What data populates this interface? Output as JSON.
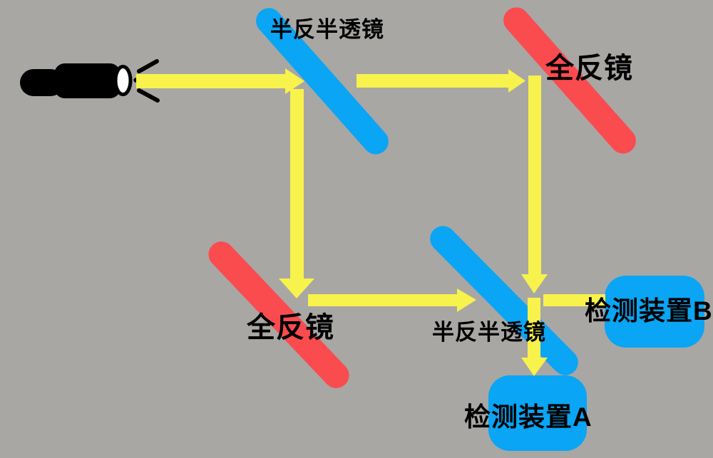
{
  "colors": {
    "background": "#A8A7A4",
    "beam_yellow": "#F8F24C",
    "splitter_blue": "#0AA5F4",
    "mirror_red": "#FA4B4F",
    "detector_blue": "#0AA5F4",
    "text_black": "#000000",
    "flashlight_black": "#000000",
    "lens_white": "#FFFFFF"
  },
  "diagram": {
    "source": {
      "type": "flashlight"
    },
    "beam_splitter_top": {
      "label": "半反半透镜"
    },
    "mirror_top_right": {
      "label": "全反镜"
    },
    "mirror_bottom_left": {
      "label": "全反镜"
    },
    "beam_splitter_bottom": {
      "label": "半反半透镜"
    },
    "detector_b": {
      "label": "检测装置B"
    },
    "detector_a": {
      "label": "检测装置A"
    },
    "beam_paths": [
      "flashlight → beam_splitter_top",
      "beam_splitter_top → mirror_top_right",
      "beam_splitter_top ↓ mirror_bottom_left",
      "mirror_top_right ↓ beam_splitter_bottom",
      "mirror_bottom_left → beam_splitter_bottom",
      "beam_splitter_bottom → detector_b",
      "beam_splitter_bottom ↓ detector_a"
    ]
  }
}
